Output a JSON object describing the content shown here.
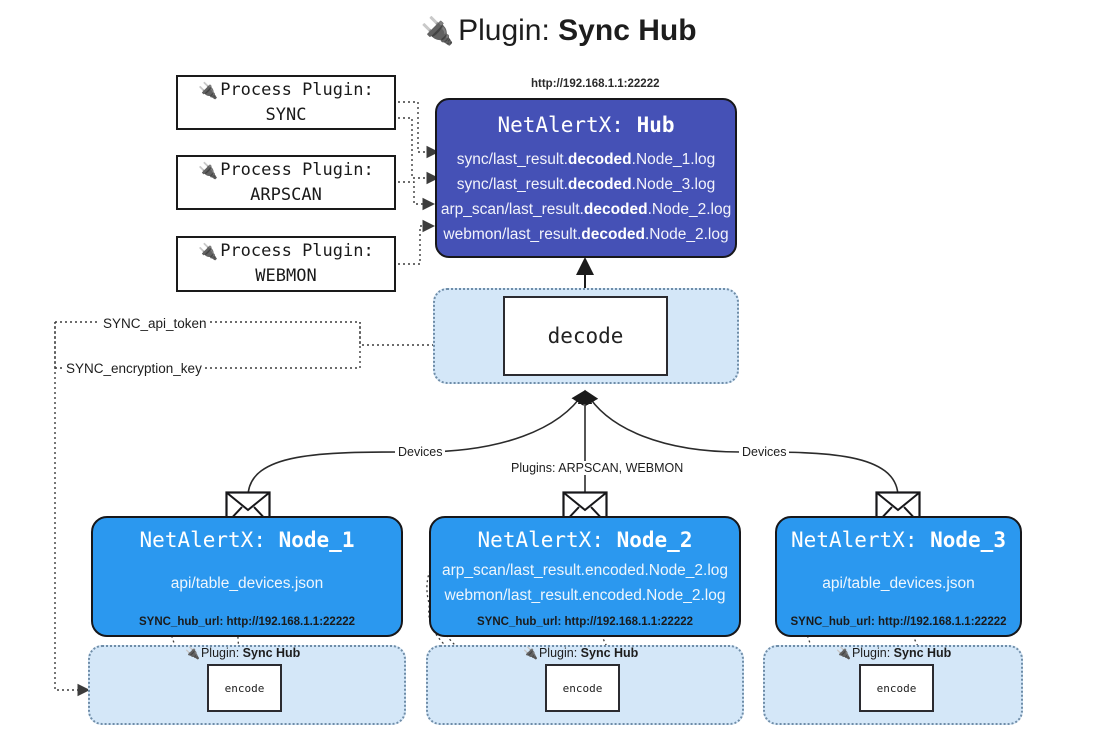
{
  "title": {
    "icon": "plug-icon",
    "prefix": "Plugin: ",
    "name": "Sync Hub"
  },
  "hub": {
    "url_label": "http://192.168.1.1:22222",
    "title_prefix": "NetAlertX: ",
    "title_name": "Hub",
    "loglines": [
      {
        "pre": "sync/last_result.",
        "strong": "decoded",
        "post": ".Node_1.log"
      },
      {
        "pre": "sync/last_result.",
        "strong": "decoded",
        "post": ".Node_3.log"
      },
      {
        "pre": "arp_scan/last_result.",
        "strong": "decoded",
        "post": ".Node_2.log"
      },
      {
        "pre": "webmon/last_result.",
        "strong": "decoded",
        "post": ".Node_2.log"
      }
    ]
  },
  "process_plugins": [
    {
      "icon": "plug-icon",
      "line1": "Process Plugin:",
      "line2": "SYNC"
    },
    {
      "icon": "plug-icon",
      "line1": "Process Plugin:",
      "line2": "ARPSCAN"
    },
    {
      "icon": "plug-icon",
      "line1": "Process Plugin:",
      "line2": "WEBMON"
    }
  ],
  "decode_panel": {
    "box_label": "decode"
  },
  "secrets": [
    {
      "label": "SYNC_api_token"
    },
    {
      "label": "SYNC_encryption_key"
    }
  ],
  "edge_labels": {
    "devices_left": "Devices",
    "plugins_center": "Plugins: ARPSCAN, WEBMON",
    "devices_right": "Devices"
  },
  "nodes": [
    {
      "icon": "envelope-icon",
      "title_prefix": "NetAlertX: ",
      "title_name": "Node_1",
      "lines": [
        "api/table_devices.json"
      ],
      "footer": "SYNC_hub_url: http://192.168.1.1:22222"
    },
    {
      "icon": "envelope-icon",
      "title_prefix": "NetAlertX: ",
      "title_name": "Node_2",
      "lines": [
        "arp_scan/last_result.encoded.Node_2.log",
        "webmon/last_result.encoded.Node_2.log"
      ],
      "footer": "SYNC_hub_url: http://192.168.1.1:22222"
    },
    {
      "icon": "envelope-icon",
      "title_prefix": "NetAlertX: ",
      "title_name": "Node_3",
      "lines": [
        "api/table_devices.json"
      ],
      "footer": "SYNC_hub_url: http://192.168.1.1:22222"
    }
  ],
  "encode_panels": [
    {
      "icon": "plug-icon",
      "label_prefix": "Plugin: ",
      "label_name": "Sync Hub",
      "box_label": "encode"
    },
    {
      "icon": "plug-icon",
      "label_prefix": "Plugin: ",
      "label_name": "Sync Hub",
      "box_label": "encode"
    },
    {
      "icon": "plug-icon",
      "label_prefix": "Plugin: ",
      "label_name": "Sync Hub",
      "box_label": "encode"
    }
  ],
  "colors": {
    "hub_fill": "#4551b6",
    "node_fill": "#2b98ef",
    "panel_fill": "#d4e7f8",
    "panel_border": "#6f8da8",
    "stroke": "#17171a",
    "background": "#ffffff"
  }
}
